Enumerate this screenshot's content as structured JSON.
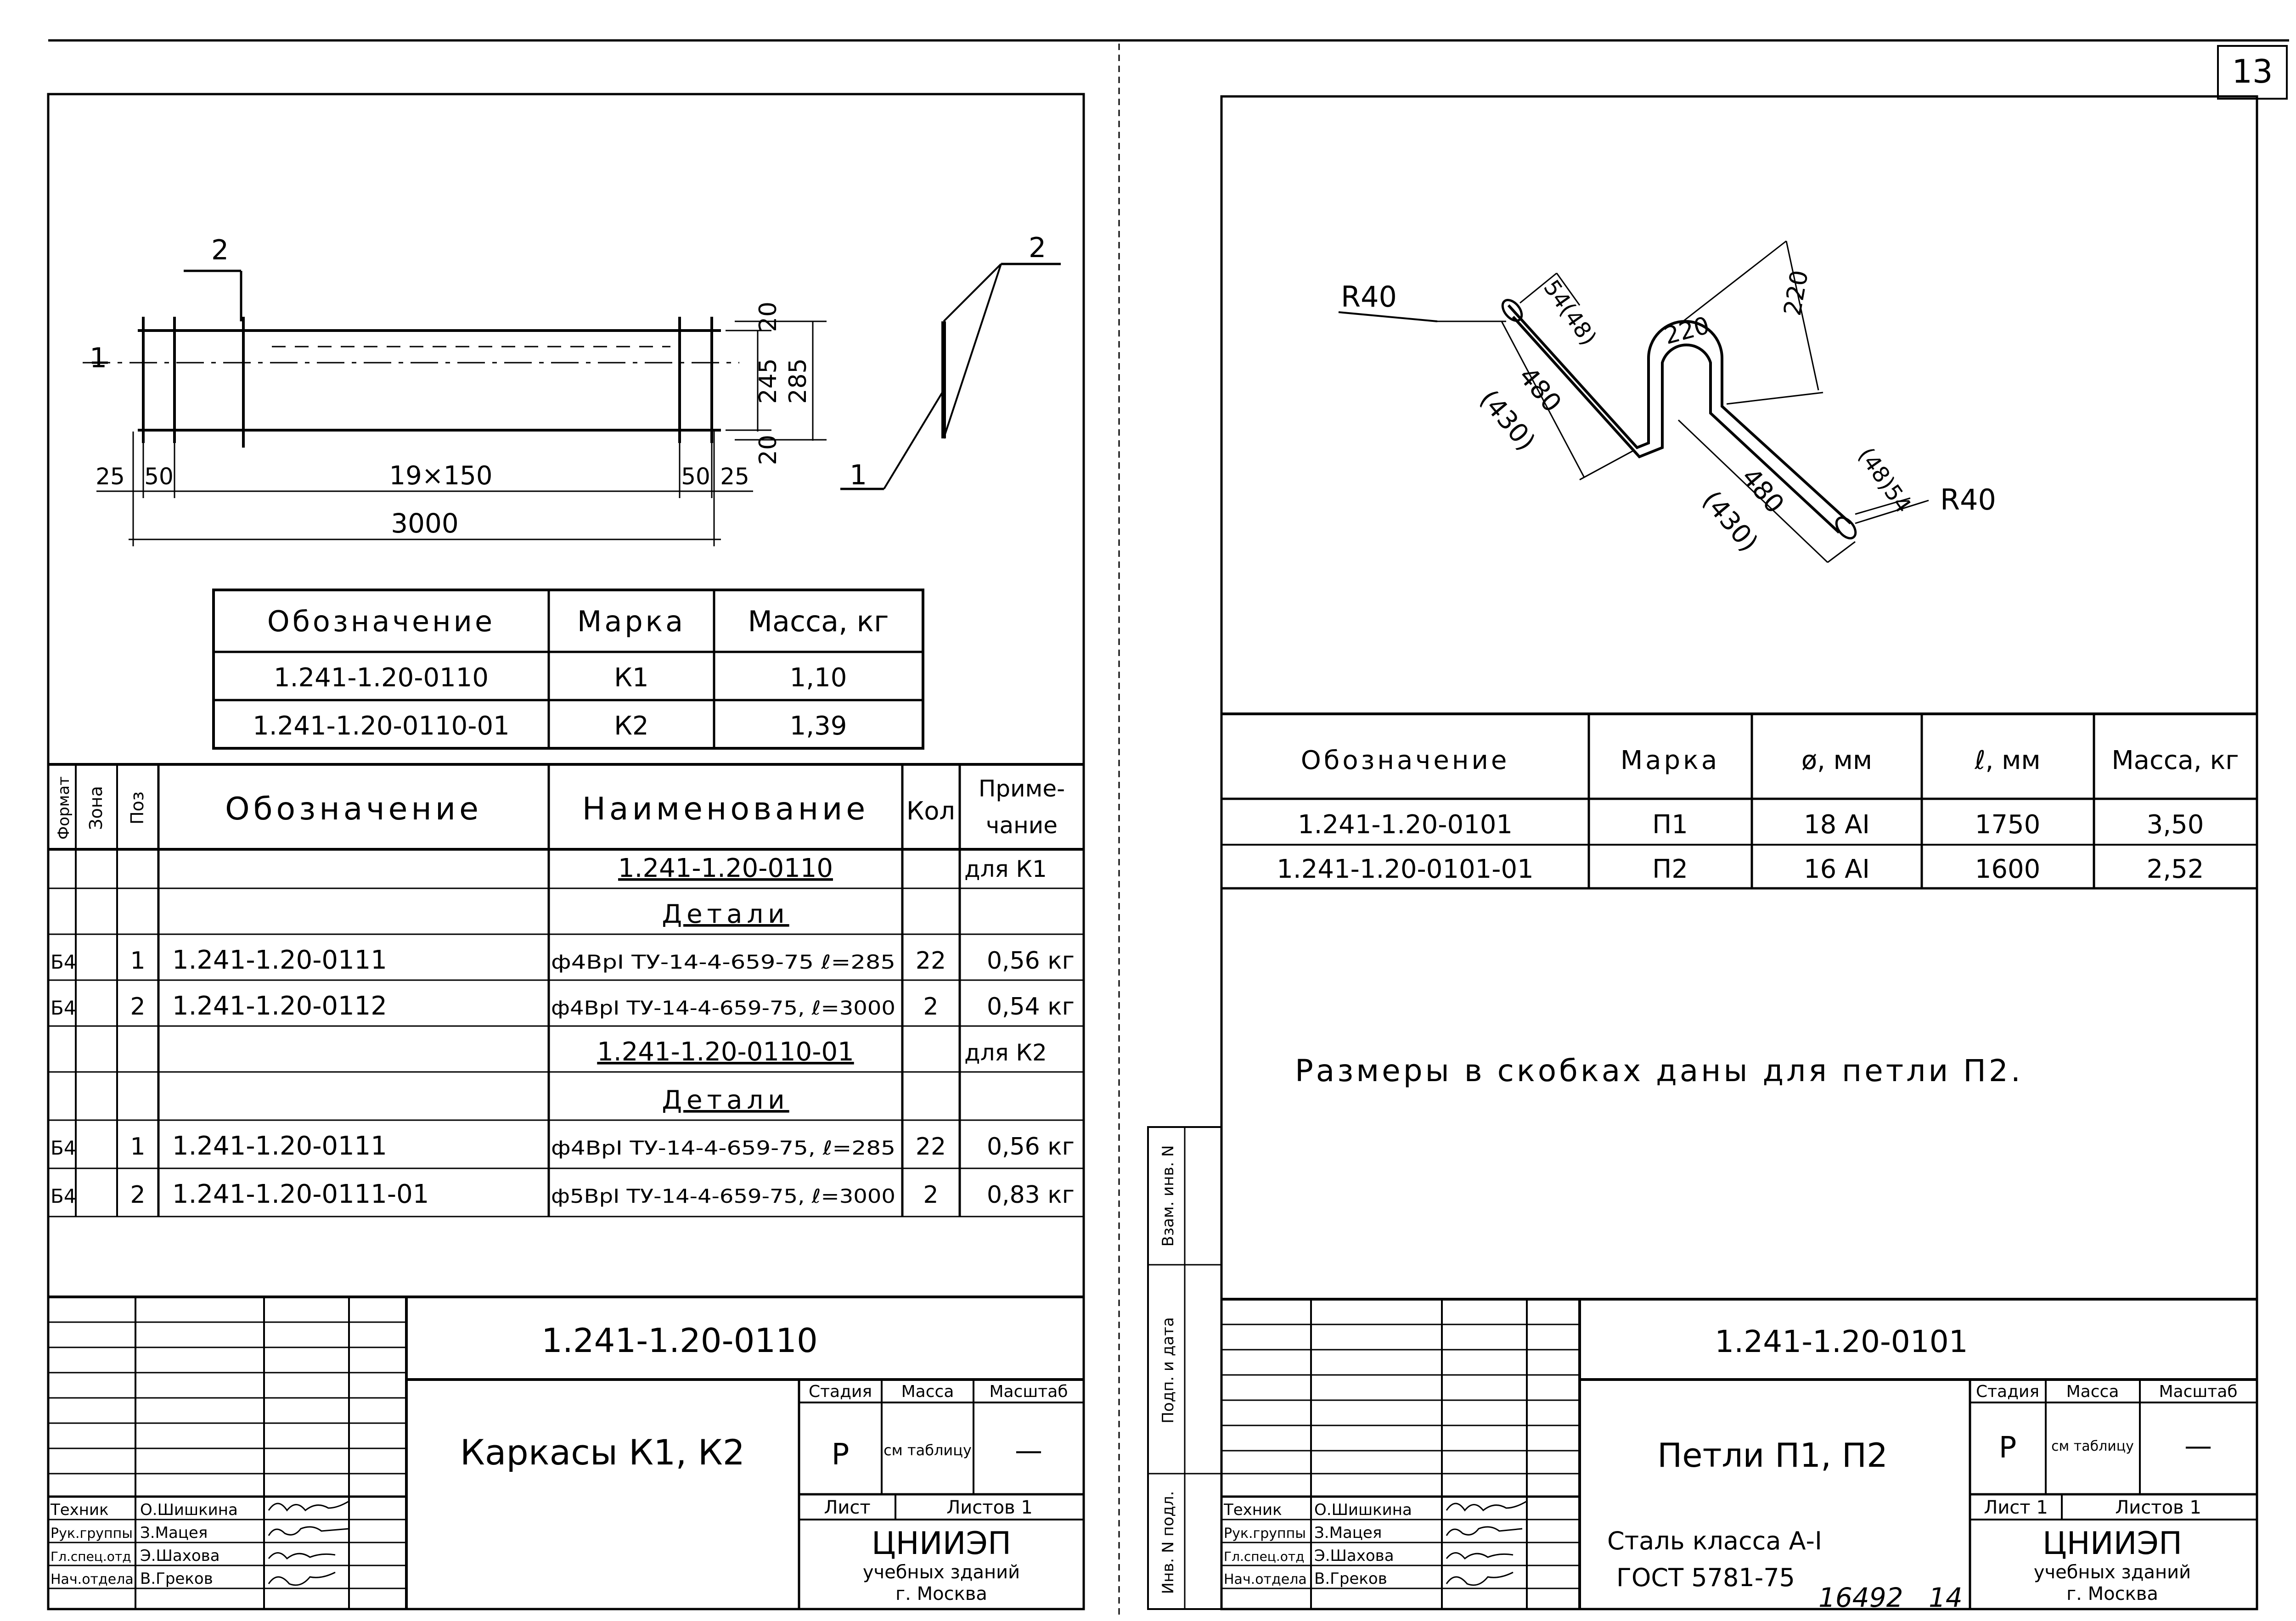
{
  "page_number": "13",
  "bottom_marks": {
    "archive_number": "16492",
    "page_ref": "14"
  },
  "left_sheet": {
    "drawing": {
      "section_labels": [
        "2",
        "1",
        "2",
        "1"
      ],
      "dims": {
        "top_gap": "20",
        "inner_height": "245",
        "bottom_gap": "20",
        "overall_height": "285",
        "end_left": "25",
        "spacing_left": "50",
        "middle": "19×150",
        "spacing_right": "50",
        "end_right": "25",
        "overall_length": "3000"
      }
    },
    "mass_table": {
      "headers": [
        "Обозначение",
        "Марка",
        "Масса, кг"
      ],
      "rows": [
        [
          "1.241-1.20-0110",
          "К1",
          "1,10"
        ],
        [
          "1.241-1.20-0110-01",
          "К2",
          "1,39"
        ]
      ]
    },
    "spec_table": {
      "headers": [
        "Формат",
        "Зона",
        "Поз",
        "Обозначение",
        "Наименование",
        "Кол",
        "Приме-",
        "чание"
      ],
      "rows": [
        {
          "type": "heading",
          "name": "1.241-1.20-0110",
          "note": "для К1"
        },
        {
          "type": "heading",
          "name": "Детали"
        },
        {
          "type": "item",
          "format": "Б4",
          "pos": "1",
          "designation": "1.241-1.20-0111",
          "name": "ф4ВрI ТУ-14-4-659-75 ℓ=285",
          "qty": "22",
          "note": "0,56 кг"
        },
        {
          "type": "item",
          "format": "Б4",
          "pos": "2",
          "designation": "1.241-1.20-0112",
          "name": "ф4ВрI ТУ-14-4-659-75, ℓ=3000",
          "qty": "2",
          "note": "0,54 кг"
        },
        {
          "type": "heading",
          "name": "1.241-1.20-0110-01",
          "note": "для К2"
        },
        {
          "type": "heading",
          "name": "Детали"
        },
        {
          "type": "item",
          "format": "Б4",
          "pos": "1",
          "designation": "1.241-1.20-0111",
          "name": "ф4ВрI ТУ-14-4-659-75, ℓ=285",
          "qty": "22",
          "note": "0,56 кг"
        },
        {
          "type": "item",
          "format": "Б4",
          "pos": "2",
          "designation": "1.241-1.20-0111-01",
          "name": "ф5ВрI ТУ-14-4-659-75, ℓ=3000",
          "qty": "2",
          "note": "0,83 кг"
        }
      ]
    },
    "stamp": {
      "code": "1.241-1.20-0110",
      "title": "Каркасы К1, К2",
      "stage_label": "Стадия",
      "mass_label": "Масса",
      "scale_label": "Масштаб",
      "stage": "Р",
      "mass": "см таблицу",
      "scale": "—",
      "sheet_label": "Лист",
      "sheets_label": "Листов 1",
      "org_name": "ЦНИИЭП",
      "org_line1": "учебных зданий",
      "org_line2": "г. Москва",
      "signatures": [
        {
          "role": "Техник",
          "name": "О.Шишкина"
        },
        {
          "role": "Рук.группы",
          "name": "З.Мацея"
        },
        {
          "role": "Гл.спец.отд",
          "name": "Э.Шахова"
        },
        {
          "role": "Нач.отдела",
          "name": "В.Греков"
        }
      ]
    }
  },
  "right_sheet": {
    "drawing": {
      "radius_top": "R40",
      "radius_bottom": "R40",
      "hook_top": "54(48)",
      "hook_bottom": "(48)54",
      "arc_width": "220",
      "arc_height": "220",
      "leg_top": "480",
      "leg_top_alt": "(430)",
      "leg_bottom": "480",
      "leg_bottom_alt": "(430)"
    },
    "table": {
      "headers": [
        "Обозначение",
        "Марка",
        "ø, мм",
        "ℓ, мм",
        "Масса, кг"
      ],
      "rows": [
        [
          "1.241-1.20-0101",
          "П1",
          "18 АI",
          "1750",
          "3,50"
        ],
        [
          "1.241-1.20-0101-01",
          "П2",
          "16 АI",
          "1600",
          "2,52"
        ]
      ]
    },
    "note": "Размеры в скобках даны для петли П2.",
    "side_labels": [
      "Инв. N подл.",
      "Подп. и дата",
      "Взам. инв. N"
    ],
    "stamp": {
      "code": "1.241-1.20-0101",
      "title": "Петли П1, П2",
      "material_line1": "Сталь класса А-I",
      "material_line2": "ГОСТ 5781-75",
      "stage_label": "Стадия",
      "mass_label": "Масса",
      "scale_label": "Масштаб",
      "stage": "Р",
      "mass": "см таблицу",
      "scale": "—",
      "sheet_label": "Лист 1",
      "sheets_label": "Листов 1",
      "org_name": "ЦНИИЭП",
      "org_line1": "учебных зданий",
      "org_line2": "г. Москва",
      "signatures": [
        {
          "role": "Техник",
          "name": "О.Шишкина"
        },
        {
          "role": "Рук.группы",
          "name": "З.Мацея"
        },
        {
          "role": "Гл.спец.отд",
          "name": "Э.Шахова"
        },
        {
          "role": "Нач.отдела",
          "name": "В.Греков"
        }
      ]
    }
  }
}
